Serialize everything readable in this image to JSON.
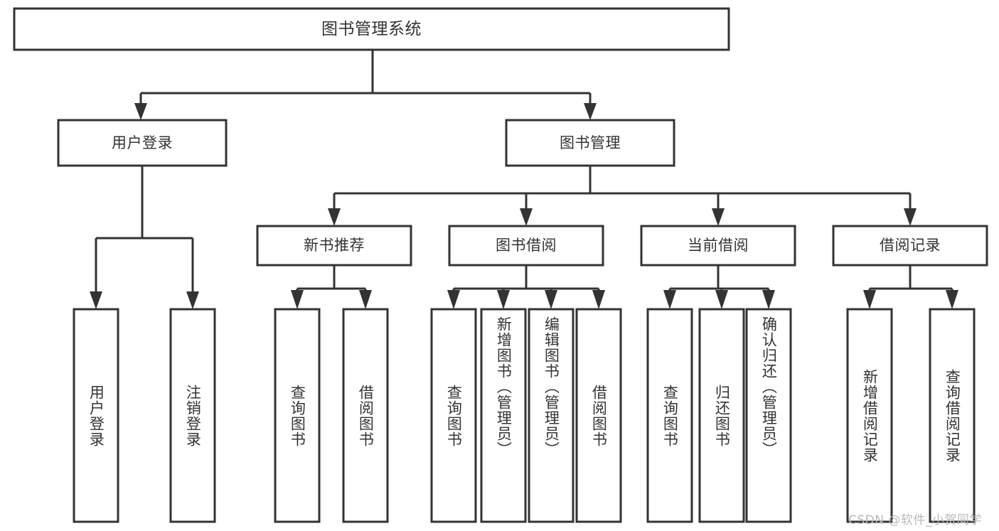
{
  "diagram": {
    "title_node": {
      "label": "图书管理系统"
    },
    "level2": [
      {
        "label": "用户登录"
      },
      {
        "label": "图书管理"
      }
    ],
    "level3": [
      {
        "label": "新书推荐"
      },
      {
        "label": "图书借阅"
      },
      {
        "label": "当前借阅"
      },
      {
        "label": "借阅记录"
      }
    ],
    "leaves": {
      "user_login": [
        {
          "label": "用户登录"
        },
        {
          "label": "注销登录"
        }
      ],
      "new_book_recommend": [
        {
          "label": "查询图书"
        },
        {
          "label": "借阅图书"
        }
      ],
      "book_borrow": [
        {
          "label": "查询图书"
        },
        {
          "label": "新增图书（管理员）"
        },
        {
          "label": "编辑图书（管理员）"
        },
        {
          "label": "借阅图书"
        }
      ],
      "current_borrow": [
        {
          "label": "查询图书"
        },
        {
          "label": "归还图书"
        },
        {
          "label": "确认归还（管理员）"
        }
      ],
      "borrow_record": [
        {
          "label": "新增借阅记录"
        },
        {
          "label": "查询借阅记录"
        }
      ]
    }
  },
  "watermark": {
    "text": "CSDN @软件_小贺同学"
  },
  "colors": {
    "stroke": "#333333",
    "box_fill": "#ffffff",
    "text": "#333333",
    "watermark": "#b9b9b9",
    "background": "#ffffff"
  }
}
